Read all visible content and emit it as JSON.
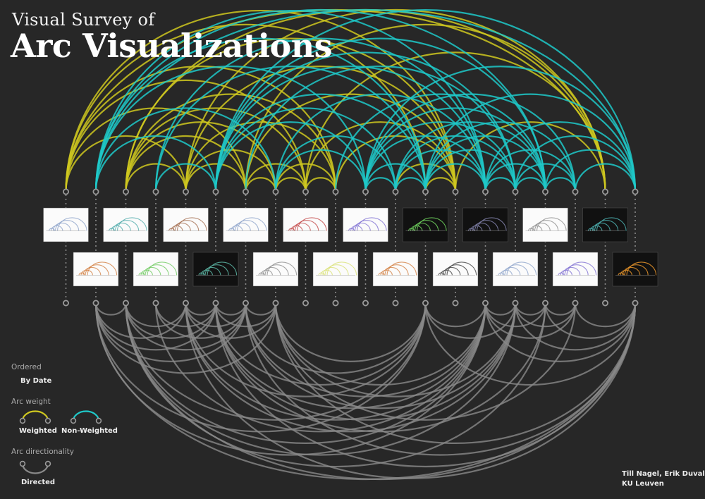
{
  "title": {
    "line1": "Visual Survey of",
    "line2": "Arc Visualizations"
  },
  "legend": {
    "ordered_heading": "Ordered",
    "ordered_value": "By Date",
    "weight_heading": "Arc weight",
    "weighted_label": "Weighted",
    "non_weighted_label": "Non-Weighted",
    "directionality_heading": "Arc directionality",
    "directed_label": "Directed"
  },
  "credits": {
    "authors": "Till Nagel, Erik Duval",
    "institution": "KU Leuven"
  },
  "colors": {
    "background": "#272727",
    "weighted_arc": "#cfc820",
    "non_weighted_arc": "#1fc9c9",
    "directed_arc": "#8a8a8a",
    "node": "#9a9a9a"
  },
  "icons": {
    "weighted": "arc-weighted-icon",
    "non_weighted": "arc-non-weighted-icon",
    "directed": "arc-directed-icon"
  },
  "nodes_count": 20,
  "thumbnails": [
    {
      "row": 1,
      "node": 0,
      "style": "light-arcs-blue"
    },
    {
      "row": 1,
      "node": 2,
      "style": "light-lines-teal"
    },
    {
      "row": 1,
      "node": 4,
      "style": "light-arcs-brown"
    },
    {
      "row": 1,
      "node": 6,
      "style": "light-circles-blue"
    },
    {
      "row": 1,
      "node": 8,
      "style": "light-loops-red"
    },
    {
      "row": 1,
      "node": 10,
      "style": "light-arcs-purple"
    },
    {
      "row": 1,
      "node": 12,
      "style": "dark-arcs-green"
    },
    {
      "row": 1,
      "node": 14,
      "style": "dark-text-grid"
    },
    {
      "row": 1,
      "node": 16,
      "style": "light-network-grey"
    },
    {
      "row": 1,
      "node": 18,
      "style": "dark-arcs-teal"
    },
    {
      "row": 2,
      "node": 1,
      "style": "light-arcs-multi"
    },
    {
      "row": 2,
      "node": 3,
      "style": "light-bar-green"
    },
    {
      "row": 2,
      "node": 5,
      "style": "dark-arcs-thin"
    },
    {
      "row": 2,
      "node": 7,
      "style": "light-arcs-grey"
    },
    {
      "row": 2,
      "node": 9,
      "style": "light-arcs-yellow"
    },
    {
      "row": 2,
      "node": 11,
      "style": "light-spiral-multi"
    },
    {
      "row": 2,
      "node": 13,
      "style": "light-arcs-black"
    },
    {
      "row": 2,
      "node": 15,
      "style": "light-ribbon-redblue"
    },
    {
      "row": 2,
      "node": 17,
      "style": "light-arcs-purple-small"
    },
    {
      "row": 2,
      "node": 19,
      "style": "dark-lens-orange"
    }
  ],
  "weighted_arcs": [
    [
      0,
      4
    ],
    [
      0,
      6
    ],
    [
      0,
      8
    ],
    [
      0,
      9
    ],
    [
      0,
      12
    ],
    [
      0,
      18
    ],
    [
      2,
      4
    ],
    [
      2,
      6
    ],
    [
      2,
      7
    ],
    [
      2,
      8
    ],
    [
      2,
      9
    ],
    [
      2,
      13
    ],
    [
      4,
      6
    ],
    [
      4,
      7
    ],
    [
      4,
      9
    ],
    [
      6,
      7
    ],
    [
      6,
      8
    ],
    [
      6,
      13
    ],
    [
      7,
      8
    ],
    [
      7,
      9
    ],
    [
      8,
      9
    ],
    [
      8,
      13
    ],
    [
      9,
      13
    ],
    [
      4,
      13
    ],
    [
      2,
      18
    ],
    [
      6,
      18
    ],
    [
      8,
      18
    ],
    [
      13,
      18
    ],
    [
      11,
      13
    ],
    [
      12,
      13
    ],
    [
      0,
      13
    ],
    [
      4,
      18
    ]
  ],
  "non_weighted_arcs": [
    [
      1,
      5
    ],
    [
      1,
      7
    ],
    [
      1,
      10
    ],
    [
      1,
      12
    ],
    [
      1,
      14
    ],
    [
      1,
      19
    ],
    [
      5,
      10
    ],
    [
      5,
      11
    ],
    [
      5,
      12
    ],
    [
      5,
      14
    ],
    [
      5,
      16
    ],
    [
      5,
      19
    ],
    [
      3,
      5
    ],
    [
      7,
      10
    ],
    [
      7,
      11
    ],
    [
      10,
      11
    ],
    [
      10,
      12
    ],
    [
      10,
      14
    ],
    [
      10,
      15
    ],
    [
      10,
      16
    ],
    [
      10,
      17
    ],
    [
      11,
      12
    ],
    [
      11,
      14
    ],
    [
      11,
      15
    ],
    [
      11,
      16
    ],
    [
      12,
      14
    ],
    [
      12,
      15
    ],
    [
      12,
      16
    ],
    [
      12,
      17
    ],
    [
      12,
      19
    ],
    [
      14,
      15
    ],
    [
      14,
      16
    ],
    [
      14,
      17
    ],
    [
      14,
      19
    ],
    [
      15,
      16
    ],
    [
      15,
      17
    ],
    [
      15,
      19
    ],
    [
      16,
      17
    ],
    [
      16,
      19
    ],
    [
      17,
      19
    ],
    [
      3,
      12
    ],
    [
      1,
      16
    ],
    [
      7,
      14
    ],
    [
      5,
      15
    ],
    [
      10,
      19
    ],
    [
      6,
      15
    ],
    [
      9,
      16
    ],
    [
      3,
      14
    ]
  ],
  "directed_arcs": [
    [
      1,
      2
    ],
    [
      1,
      4
    ],
    [
      1,
      5
    ],
    [
      1,
      6
    ],
    [
      1,
      7
    ],
    [
      1,
      12
    ],
    [
      1,
      14
    ],
    [
      1,
      19
    ],
    [
      2,
      4
    ],
    [
      2,
      5
    ],
    [
      2,
      6
    ],
    [
      2,
      12
    ],
    [
      2,
      14
    ],
    [
      2,
      15
    ],
    [
      2,
      19
    ],
    [
      3,
      5
    ],
    [
      3,
      6
    ],
    [
      4,
      5
    ],
    [
      4,
      6
    ],
    [
      4,
      7
    ],
    [
      4,
      12
    ],
    [
      4,
      14
    ],
    [
      4,
      15
    ],
    [
      4,
      19
    ],
    [
      5,
      6
    ],
    [
      5,
      7
    ],
    [
      5,
      12
    ],
    [
      5,
      14
    ],
    [
      5,
      15
    ],
    [
      5,
      16
    ],
    [
      5,
      19
    ],
    [
      6,
      7
    ],
    [
      6,
      14
    ],
    [
      6,
      15
    ],
    [
      6,
      19
    ],
    [
      7,
      12
    ],
    [
      7,
      14
    ],
    [
      7,
      15
    ],
    [
      7,
      19
    ],
    [
      12,
      14
    ],
    [
      12,
      15
    ],
    [
      12,
      19
    ],
    [
      14,
      15
    ],
    [
      14,
      16
    ],
    [
      14,
      17
    ],
    [
      14,
      19
    ],
    [
      15,
      16
    ],
    [
      15,
      17
    ],
    [
      15,
      19
    ],
    [
      16,
      17
    ],
    [
      16,
      19
    ],
    [
      17,
      19
    ],
    [
      6,
      12
    ],
    [
      3,
      14
    ],
    [
      2,
      16
    ],
    [
      7,
      17
    ]
  ]
}
